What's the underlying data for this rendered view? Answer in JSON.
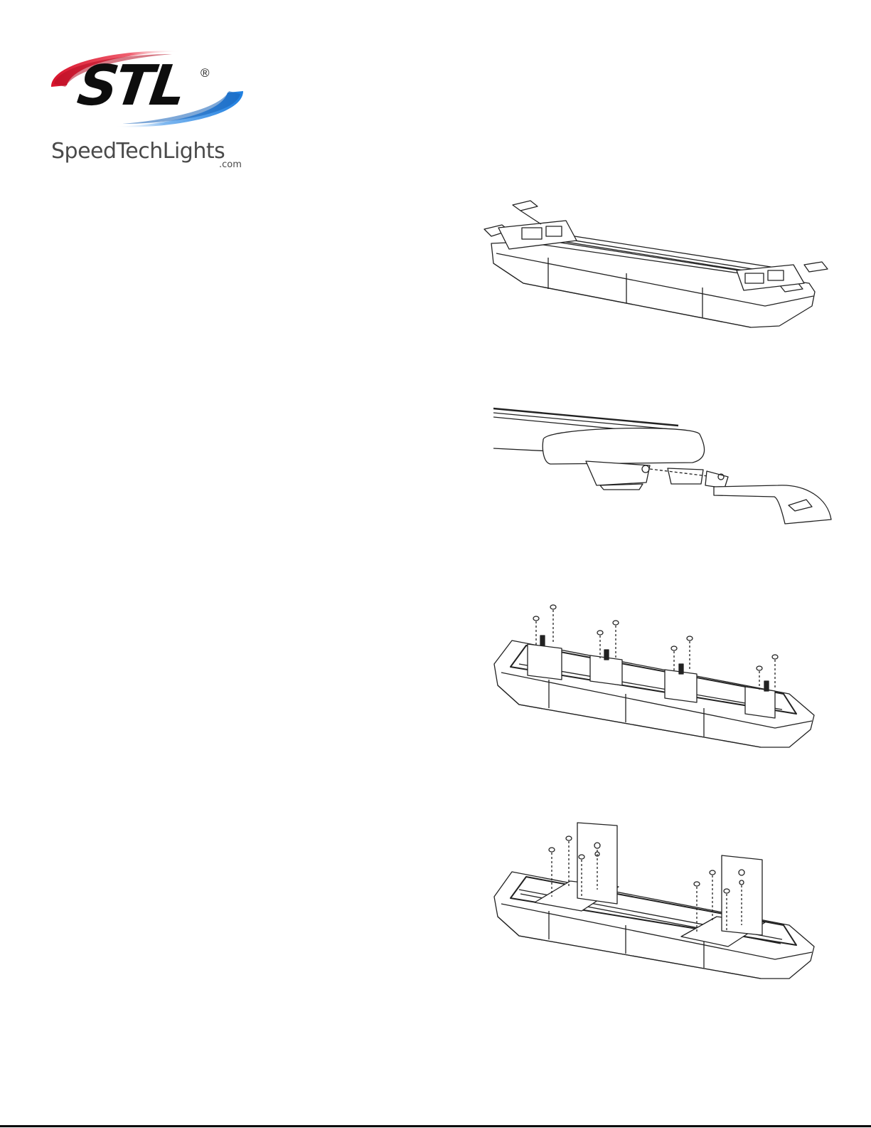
{
  "logo": {
    "wordmark": "STL",
    "registered": "®",
    "company": "SpeedTechLights",
    "domain_suffix": ".com"
  },
  "colors": {
    "swoosh_red": "#d8122b",
    "swoosh_blue": "#1f7fe0",
    "wordmark": "#0d0d0d",
    "line_art": "#222222"
  },
  "figures": [
    {
      "icon": "lightbar-with-roof-brackets-icon"
    },
    {
      "icon": "lightbar-end-bracket-detail-icon"
    },
    {
      "icon": "lightbar-with-studs-and-nuts-icon"
    },
    {
      "icon": "lightbar-with-vertical-mount-plates-icon"
    }
  ]
}
